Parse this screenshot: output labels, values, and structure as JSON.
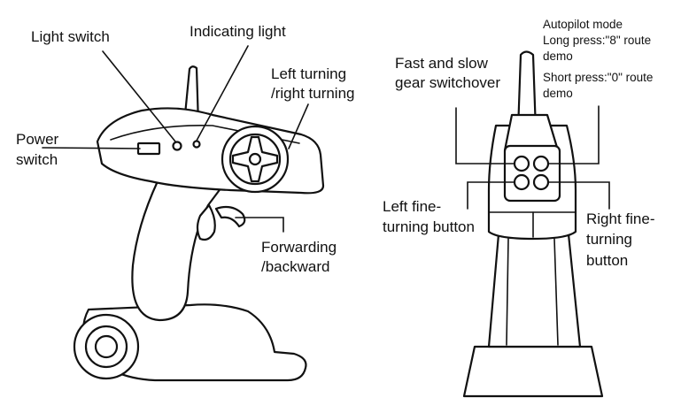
{
  "labels": {
    "light_switch": "Light switch",
    "indicating_light": "Indicating light",
    "left_turning_1": "Left turning",
    "left_turning_2": "/right turning",
    "power_switch_1": "Power",
    "power_switch_2": "switch",
    "forwarding_1": "Forwarding",
    "forwarding_2": "/backward",
    "autopilot_1": "Autopilot mode",
    "autopilot_2": "Long press:\"8\" route",
    "autopilot_3": "demo",
    "autopilot_4": "Short press:\"0\" route",
    "autopilot_5": "demo",
    "fast_slow_1": "Fast and slow",
    "fast_slow_2": "gear switchover",
    "left_fine_1": "Left fine-",
    "left_fine_2": "turning button",
    "right_fine_1": "Right fine-",
    "right_fine_2": "turning",
    "right_fine_3": "button"
  }
}
